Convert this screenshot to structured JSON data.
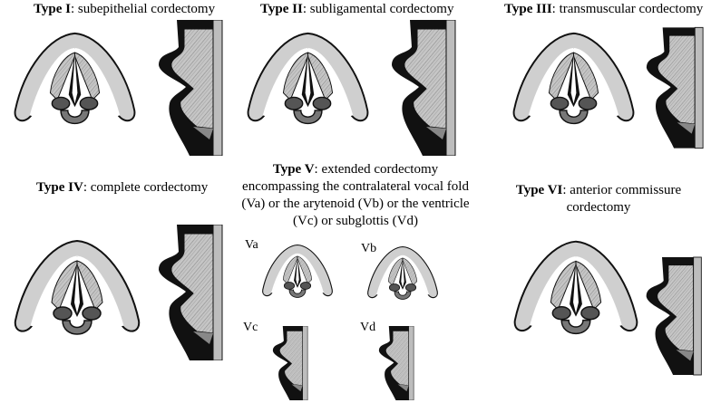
{
  "panels": {
    "t1": {
      "type": "Type I",
      "desc": ": subepithelial cordectomy"
    },
    "t2": {
      "type": "Type II",
      "desc": ": subligamental cordectomy"
    },
    "t3": {
      "type": "Type III",
      "desc": ": transmuscular cordectomy"
    },
    "t4": {
      "type": "Type IV",
      "desc": ": complete cordectomy"
    },
    "t5": {
      "type": "Type V",
      "desc1": ": extended cordectomy",
      "desc2": "encompassing the contralateral vocal fold",
      "desc3": "(Va) or the arytenoid (Vb) or the ventricle",
      "desc4": "(Vc) or subglottis (Vd)"
    },
    "t6": {
      "type": "Type VI",
      "desc1": ": anterior commissure",
      "desc2": "cordectomy"
    }
  },
  "sublabels": {
    "va": "Va",
    "vb": "Vb",
    "vc": "Vc",
    "vd": "Vd"
  }
}
